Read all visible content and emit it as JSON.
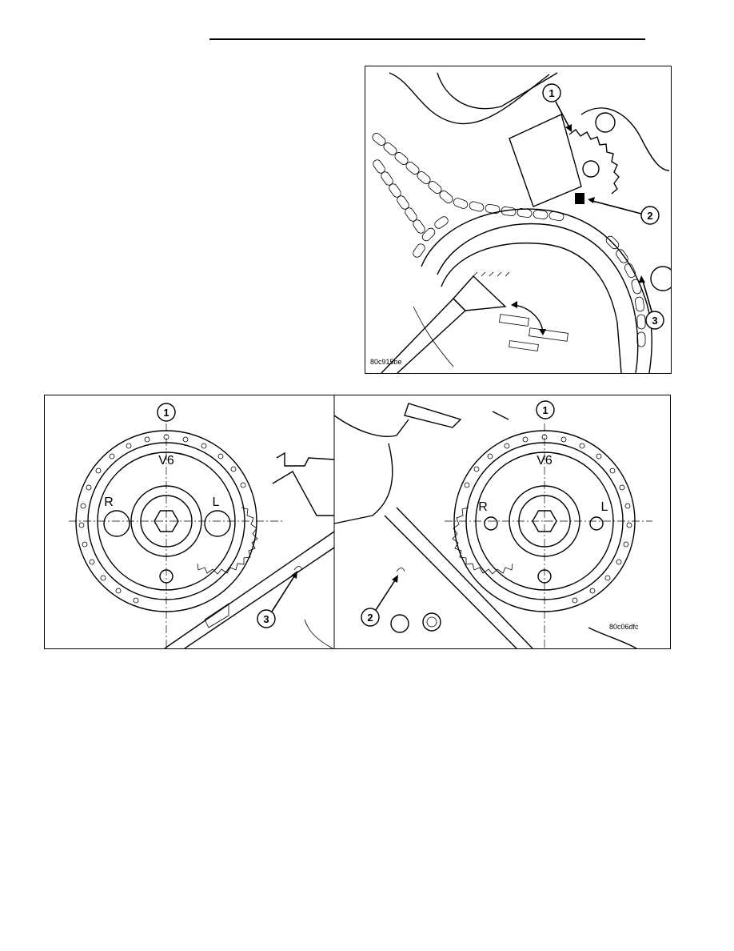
{
  "figure_top": {
    "figure_id": "80c915be",
    "callouts": [
      "1",
      "2",
      "3"
    ]
  },
  "figure_bottom": {
    "figure_id": "80c06dfc",
    "left_panel": {
      "callouts": [
        "1",
        "3"
      ],
      "gear_labels": {
        "top": "V6",
        "left": "R",
        "right": "L"
      }
    },
    "right_panel": {
      "callouts": [
        "1",
        "2"
      ],
      "gear_labels": {
        "top": "V6",
        "left": "R",
        "right": "L"
      }
    }
  }
}
